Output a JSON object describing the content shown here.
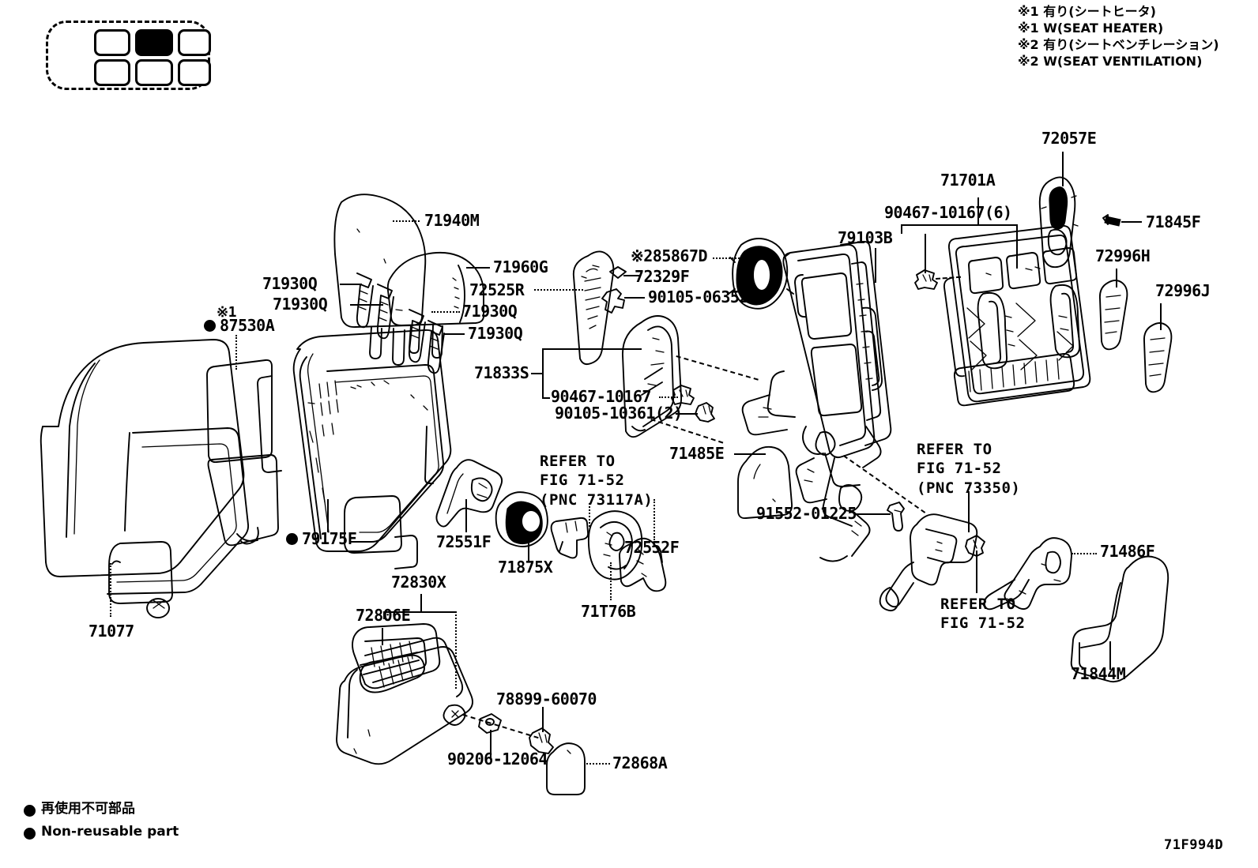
{
  "figure": {
    "code": "71F994D",
    "notes": [
      "※1 有り(シートヒータ)",
      "※1 W(SEAT HEATER)",
      "※2 有り(シートベンチレーション)",
      "※2 W(SEAT VENTILATION)"
    ],
    "legend": [
      "再使用不可部品",
      "Non-reusable part"
    ]
  },
  "seat_indicator": {
    "name": "seat-position-diagram",
    "highlighted": "rear-center-left"
  },
  "labels": {
    "headrest_main": "71940M",
    "headrest_small": "71960G",
    "headrest_guide": "72525R",
    "bolt_a": "71930Q",
    "bolt_b": "71930Q",
    "bolt_c": "71930Q",
    "bolt_d": "71930Q",
    "heater_mark": "※1",
    "heater": "87530A",
    "seatback_cover": "71077",
    "seatback_pad": "79175F",
    "clip_285867D": "※285867D",
    "clip_72329F": "72329F",
    "screw_90105_06352": "90105-06352",
    "hinge_71833S": "71833S",
    "bolt_90467_10167": "90467-10167",
    "screw_90105_10361": "90105-10361(2)",
    "cover_71485E": "71485E",
    "frame_79103B": "79103B",
    "board_71701A": "71701A",
    "bolt_90467_10167_6": "90467-10167(6)",
    "striker_72057E": "72057E",
    "clip_71845F": "71845F",
    "pad_72996H": "72996H",
    "pad_72996J": "72996J",
    "cover_72551F": "72551F",
    "knob_71875X": "71875X",
    "cover_72552F": "72552F",
    "lever_71T76B": "71T76B",
    "armrest_assy": "72830X",
    "armrest_cup": "72806E",
    "pin_78899_60070": "78899-60070",
    "washer_90206_12064": "90206-12064",
    "cap_72868A": "72868A",
    "bolt_91552_01225": "91552-01225",
    "hinge_71486F": "71486F",
    "cover_71844M": "71844M",
    "refer_73117A": "REFER TO\nFIG 71-52\n(PNC 73117A)",
    "refer_73350": "REFER TO\nFIG 71-52\n(PNC 73350)",
    "refer_7152": "REFER TO\nFIG 71-52"
  }
}
